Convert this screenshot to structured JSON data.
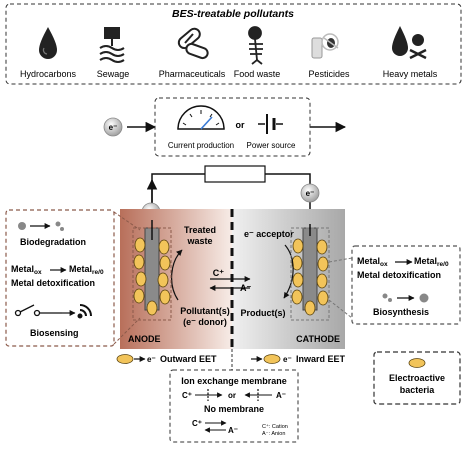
{
  "pollutants": {
    "title": "BES-treatable pollutants",
    "items": [
      {
        "label": "Hydrocarbons",
        "icon": "oil-drop-icon"
      },
      {
        "label": "Sewage",
        "icon": "sewage-pipe-icon"
      },
      {
        "label": "Pharmaceuticals",
        "icon": "pills-icon"
      },
      {
        "label": "Food waste",
        "icon": "fish-bone-icon"
      },
      {
        "label": "Pesticides",
        "icon": "pesticide-bug-icon"
      },
      {
        "label": "Heavy metals",
        "icon": "skull-crossbones-icon"
      }
    ]
  },
  "circuit": {
    "electron_left": "e⁻",
    "current_label": "Current production",
    "or_label": "or",
    "power_label": "Power source",
    "electron_anode": "e⁻",
    "electron_cathode": "e⁻"
  },
  "left_panel": {
    "biodegradation": "Biodegradation",
    "metal_ox": "Metal",
    "metal_ox_sub": "ox",
    "metal_red": "Metal",
    "metal_red_sub": "re/0",
    "metal_detox": "Metal detoxification",
    "biosensing": "Biosensing"
  },
  "right_panel": {
    "metal_ox": "Metal",
    "metal_ox_sub": "ox",
    "metal_red": "Metal",
    "metal_red_sub": "re/0",
    "metal_detox": "Metal detoxification",
    "biosynthesis": "Biosynthesis"
  },
  "cell": {
    "treated_waste_1": "Treated",
    "treated_waste_2": "waste",
    "pollutants_1": "Pollutant(s)",
    "pollutants_2": "(e⁻ donor)",
    "acceptor": "e⁻ acceptor",
    "product": "Product(s)",
    "cation": "C⁺",
    "anion": "A⁻",
    "anode": "ANODE",
    "cathode": "CATHODE"
  },
  "eet": {
    "outward": "Outward EET",
    "inward": "Inward EET",
    "electron": "e⁻"
  },
  "membrane": {
    "ion_exchange": "Ion exchange membrane",
    "or_label": "or",
    "no_membrane": "No membrane",
    "cation": "C⁺",
    "anion": "A⁻",
    "legend_cation": "C⁺: Cation",
    "legend_anion": "A⁻: Anion"
  },
  "legend": {
    "label_1": "Electroactive",
    "label_2": "bacteria"
  },
  "colors": {
    "anode_dark": "#b86f5a",
    "anode_light": "#f5e3dc",
    "cathode_dark": "#9c9c9c",
    "cathode_light": "#ececec",
    "bacteria": "#f2c45a",
    "electrode": "#8a8a8a",
    "dashed_brown": "#8b5a4a"
  }
}
